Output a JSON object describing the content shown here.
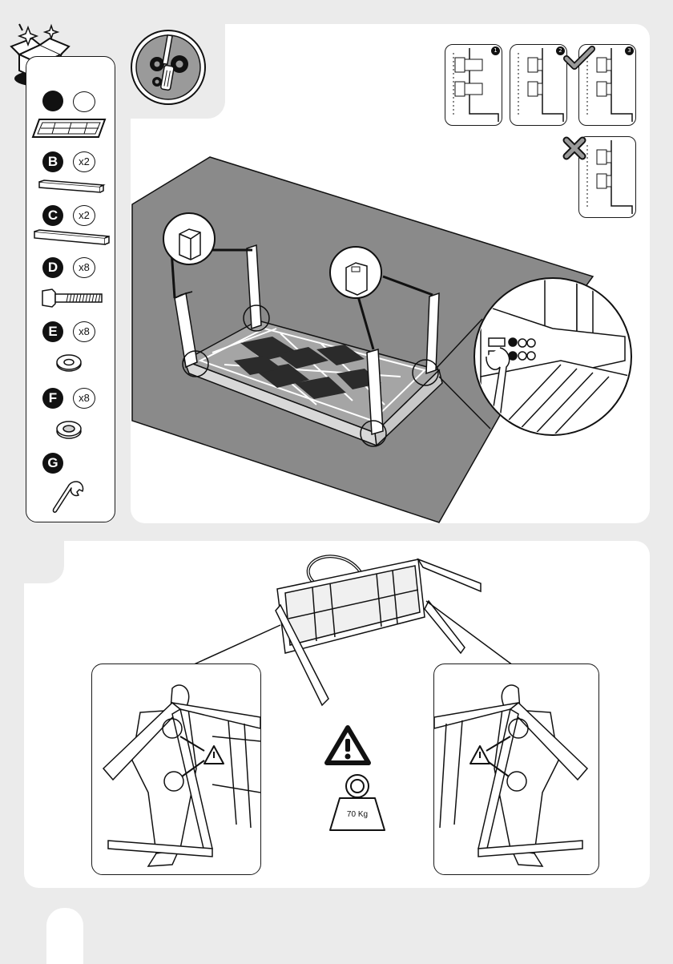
{
  "parts": {
    "a": {
      "letter": "",
      "qty": ""
    },
    "b": {
      "letter": "B",
      "qty": "x2"
    },
    "c": {
      "letter": "C",
      "qty": "x2"
    },
    "d": {
      "letter": "D",
      "qty": "x8"
    },
    "e": {
      "letter": "E",
      "qty": "x8"
    },
    "f": {
      "letter": "F",
      "qty": "x8"
    },
    "g": {
      "letter": "G",
      "qty": ""
    }
  },
  "bolt_cards": [
    {
      "num": "1"
    },
    {
      "num": "2"
    },
    {
      "num": "3"
    }
  ],
  "weight_warning": {
    "label": "70 Kg"
  },
  "icons": {
    "box": "open-box-icon",
    "tools": "tools-icon",
    "check": "checkmark-icon",
    "cross": "cross-icon",
    "warning": "warning-icon",
    "weight": "weight-icon",
    "wrench": "wrench-icon"
  },
  "colors": {
    "ink": "#111111",
    "mat": "#8a8a8a",
    "page_bg": "#ebebeb",
    "badge_gray": "#9a9a9a"
  }
}
